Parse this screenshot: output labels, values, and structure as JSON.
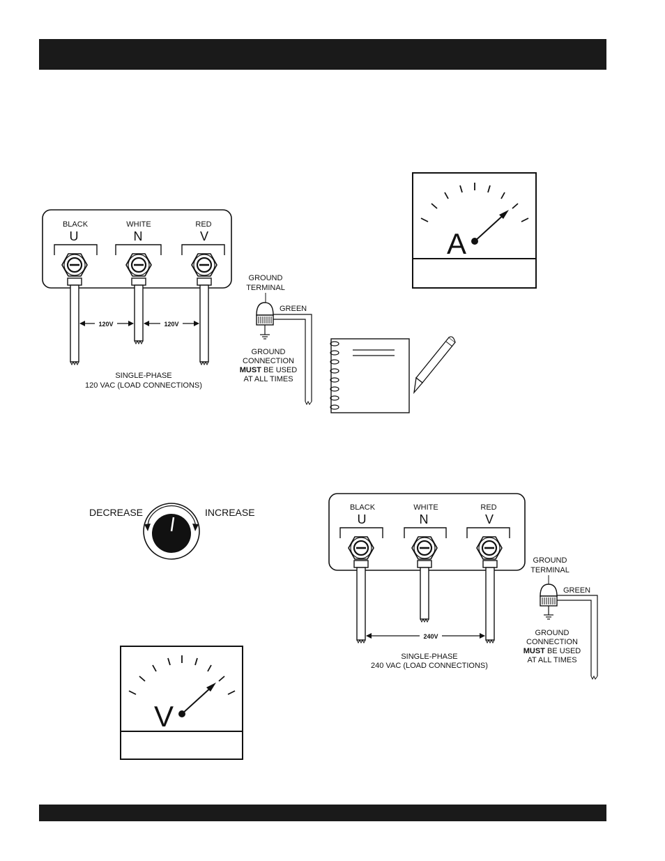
{
  "top_panel": {
    "wires": [
      {
        "color": "BLACK",
        "terminal": "U"
      },
      {
        "color": "WHITE",
        "terminal": "N"
      },
      {
        "color": "RED",
        "terminal": "V"
      }
    ],
    "voltage_left": "120V",
    "voltage_right": "120V",
    "caption_line1": "SINGLE-PHASE",
    "caption_line2": "120 VAC (LOAD CONNECTIONS)"
  },
  "top_ground": {
    "title_line1": "GROUND",
    "title_line2": "TERMINAL",
    "wire_label": "GREEN",
    "note_line1": "GROUND",
    "note_line2": "CONNECTION",
    "note_line3_bold": "MUST",
    "note_line3_rest": " BE USED",
    "note_line4": "AT ALL TIMES"
  },
  "ammeter": {
    "letter": "A"
  },
  "knob": {
    "decrease": "DECREASE",
    "increase": "INCREASE"
  },
  "bottom_panel": {
    "wires": [
      {
        "color": "BLACK",
        "terminal": "U"
      },
      {
        "color": "WHITE",
        "terminal": "N"
      },
      {
        "color": "RED",
        "terminal": "V"
      }
    ],
    "voltage": "240V",
    "caption_line1": "SINGLE-PHASE",
    "caption_line2": "240 VAC (LOAD CONNECTIONS)"
  },
  "bottom_ground": {
    "title_line1": "GROUND",
    "title_line2": "TERMINAL",
    "wire_label": "GREEN",
    "note_line1": "GROUND",
    "note_line2": "CONNECTION",
    "note_line3_bold": "MUST",
    "note_line3_rest": " BE USED",
    "note_line4": "AT ALL TIMES"
  },
  "voltmeter": {
    "letter": "V"
  }
}
